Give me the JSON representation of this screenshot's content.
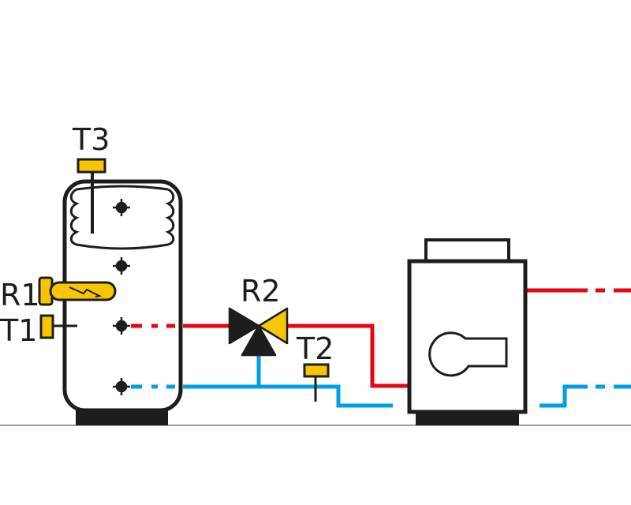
{
  "labels": {
    "t3": "T3",
    "r1": "R1",
    "t1": "T1",
    "r2": "R2",
    "t2": "T2"
  },
  "colors": {
    "outline": "#1d1d1b",
    "hot_pipe": "#e30613",
    "cold_pipe": "#009fe3",
    "sensor": "#f7c600",
    "ground": "#9d9d9c",
    "background": "#ffffff"
  }
}
